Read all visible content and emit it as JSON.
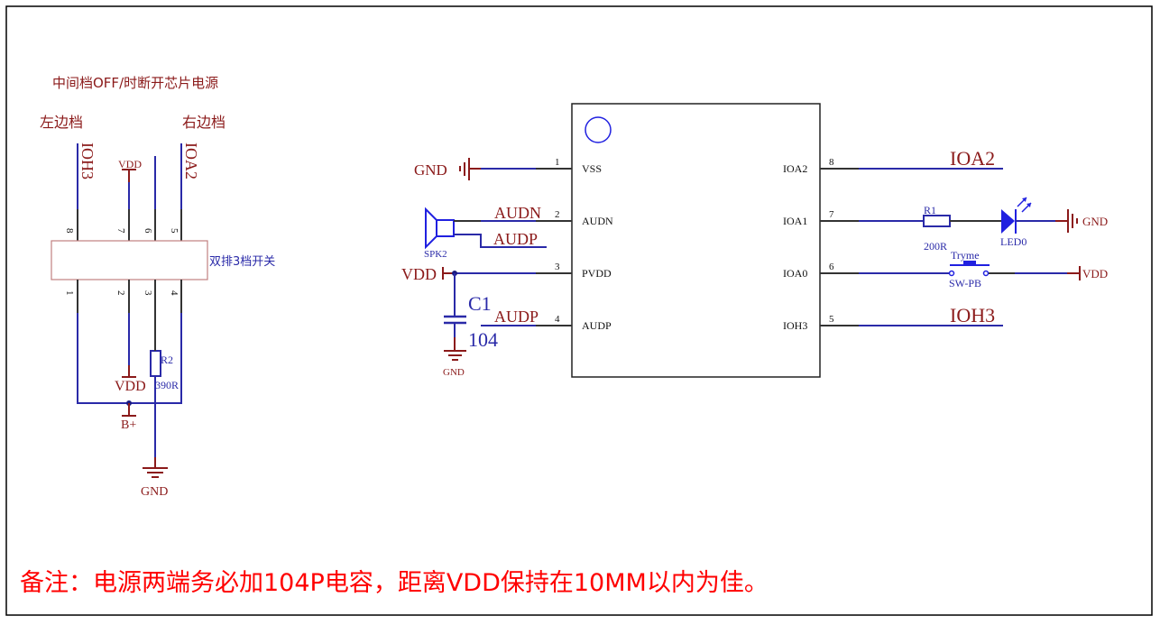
{
  "title": "中间档OFF/时断开芯片电源",
  "switch": {
    "left_label": "左边档",
    "right_label": "右边档",
    "name": "双排3档开关",
    "top_pins": [
      "8",
      "7",
      "6",
      "5"
    ],
    "bottom_pins": [
      "1",
      "2",
      "3",
      "4"
    ],
    "net_pin8": "IOH3",
    "net_pin7": "VDD",
    "net_pin5": "IOA2",
    "net_pin2": "VDD",
    "net_bplus": "B+",
    "net_gnd": "GND",
    "resistor": {
      "ref": "R2",
      "value": "390R"
    }
  },
  "chip": {
    "left_pins": [
      {
        "num": "1",
        "name": "VSS"
      },
      {
        "num": "2",
        "name": "AUDN"
      },
      {
        "num": "3",
        "name": "PVDD"
      },
      {
        "num": "4",
        "name": "AUDP"
      }
    ],
    "right_pins": [
      {
        "num": "8",
        "name": "IOA2"
      },
      {
        "num": "7",
        "name": "IOA1"
      },
      {
        "num": "6",
        "name": "IOA0"
      },
      {
        "num": "5",
        "name": "IOH3"
      }
    ]
  },
  "left_side": {
    "gnd": "GND",
    "audn": "AUDN",
    "audp_spk": "AUDP",
    "speaker": "SPK2",
    "vdd": "VDD",
    "cap_ref": "C1",
    "cap_value": "104",
    "audp_pin": "AUDP",
    "cap_gnd": "GND"
  },
  "right_side": {
    "ioa2": "IOA2",
    "r1_ref": "R1",
    "r1_value": "200R",
    "led": "LED0",
    "led_gnd": "GND",
    "button_label": "Tryme",
    "button_ref": "SW-PB",
    "button_vdd": "VDD",
    "ioh3": "IOH3"
  },
  "note": "备注：电源两端务必加104P电容，距离VDD保持在10MM以内为佳。",
  "colors": {
    "net_label": "#8b1a1a",
    "wire": "#2a2aa8",
    "pin": "#333333",
    "note": "#ff0000",
    "switch_body": "#c08080"
  }
}
